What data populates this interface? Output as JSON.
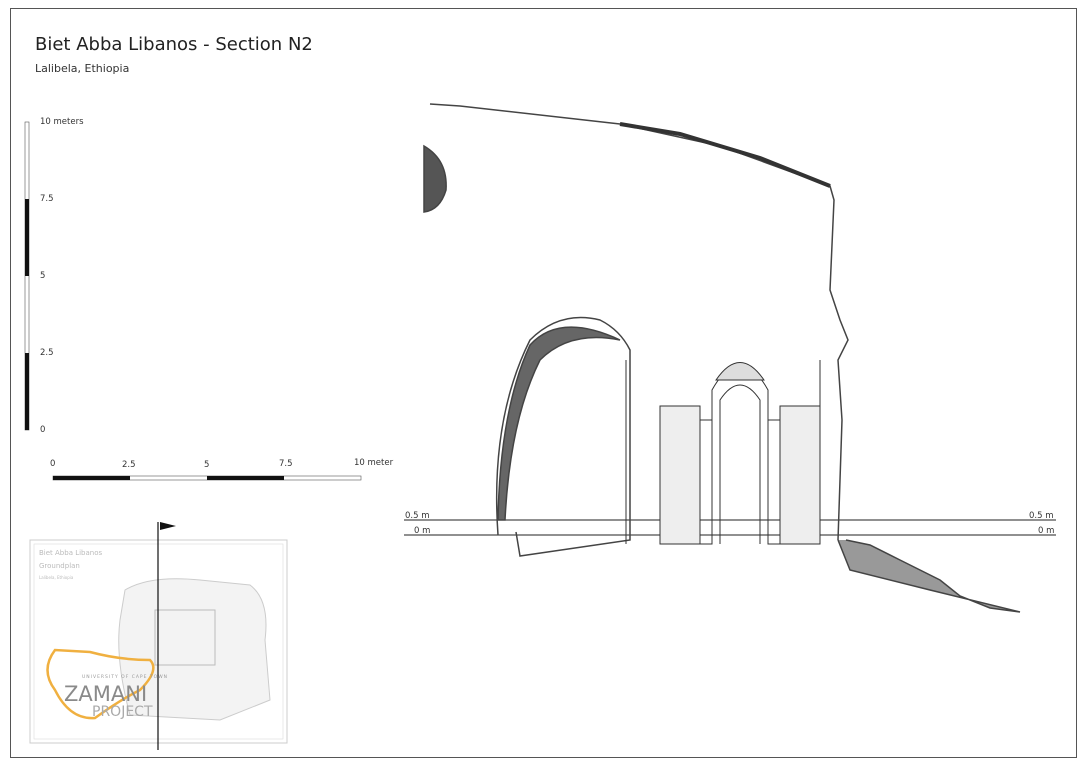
{
  "header": {
    "title": "Biet Abba Libanos - Section N2",
    "subtitle": "Lalibela, Ethiopia"
  },
  "vertical_scale": {
    "labels": [
      "10 meters",
      "7.5",
      "5",
      "2.5",
      "0"
    ]
  },
  "horizontal_scale": {
    "labels": [
      "0",
      "2.5",
      "5",
      "7.5",
      "10 meter"
    ]
  },
  "levels": {
    "upper_left": "0.5 m",
    "lower_left": "0 m",
    "upper_right": "0.5 m",
    "lower_right": "0 m"
  },
  "inset": {
    "title": "Biet Abba Libanos",
    "subtitle": "Groundplan",
    "location": "Lalibela, Ethiopia",
    "logo_university": "UNIVERSITY OF CAPE TOWN",
    "logo_main": "ZAMANI",
    "logo_sub": "PROJECT"
  },
  "colors": {
    "logo_orange": "#f0b040",
    "line": "#222222"
  }
}
